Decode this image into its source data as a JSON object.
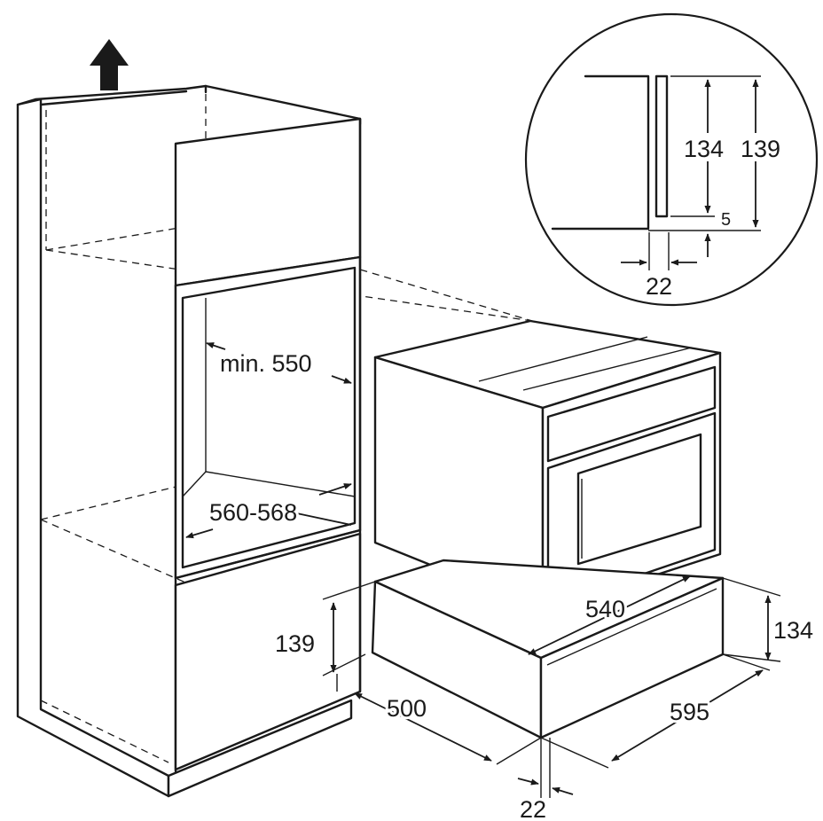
{
  "dimensions": {
    "cavity_width": "min. 550",
    "cavity_depth": "560-568",
    "drawer_niche_height": "139",
    "drawer_depth": "540",
    "drawer_height": "134",
    "niche_depth": "500",
    "drawer_width": "595",
    "front_offset": "22"
  },
  "detail": {
    "height_inner": "134",
    "height_outer": "139",
    "gap": "5",
    "offset": "22"
  },
  "colors": {
    "line": "#1a1a1a",
    "background": "#ffffff"
  }
}
